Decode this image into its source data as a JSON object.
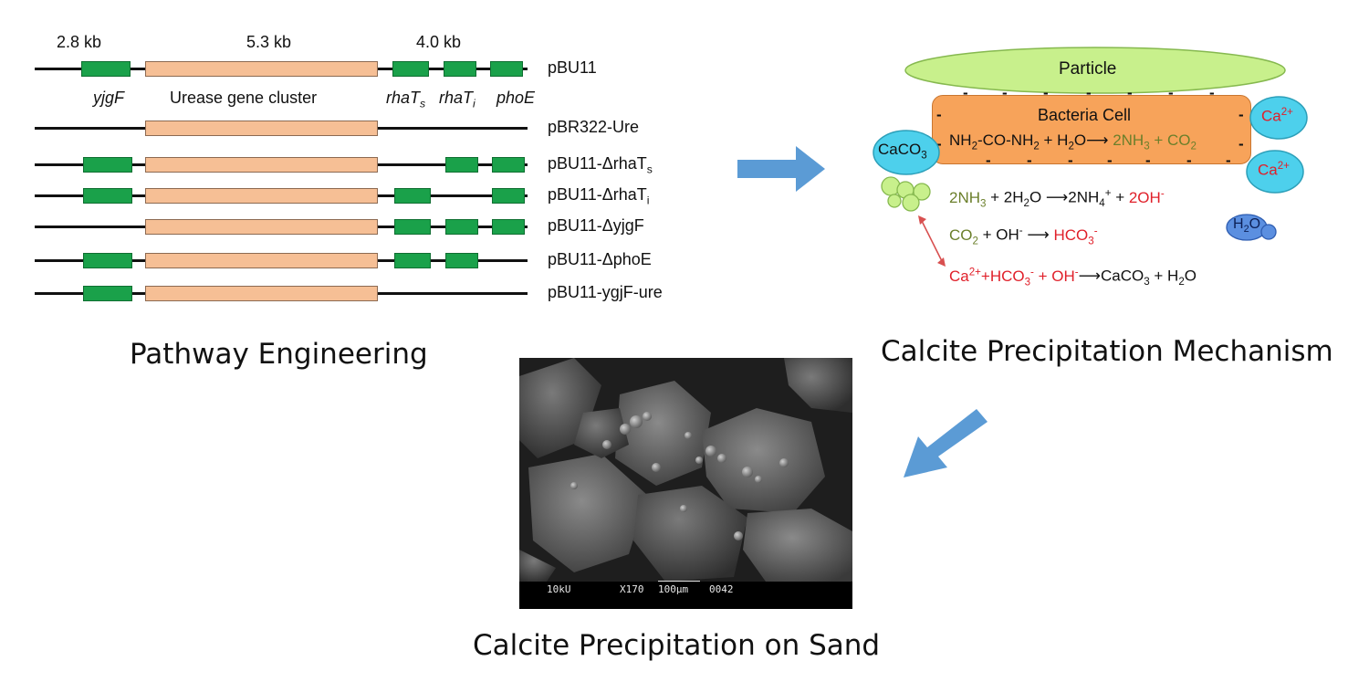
{
  "sizes": [
    "2.8 kb",
    "5.3 kb",
    "4.0 kb"
  ],
  "genes": {
    "yjgF": "yjgF",
    "urease": "Urease gene cluster",
    "rhaTs": "rhaT",
    "rhaTs_sub": "s",
    "rhaTi": "rhaT",
    "rhaTi_sub": "i",
    "phoE": "phoE"
  },
  "plasmids": [
    {
      "name": "pBU11",
      "sub": ""
    },
    {
      "name": "pBR322-Ure",
      "sub": ""
    },
    {
      "name": "pBU11-ΔrhaT",
      "sub": "s"
    },
    {
      "name": "pBU11-ΔrhaT",
      "sub": "i"
    },
    {
      "name": "pBU11-ΔyjgF",
      "sub": ""
    },
    {
      "name": "pBU11-ΔphoE",
      "sub": ""
    },
    {
      "name": "pBU11-ygjF-ure",
      "sub": ""
    }
  ],
  "mechanism": {
    "particle": "Particle",
    "cell": "Bacteria Cell",
    "caco3": "CaCO",
    "caco3_sub": "3",
    "ca": "Ca",
    "ca_sup": "2+",
    "h2o_h": "H",
    "h2o_sub": "2",
    "h2o_o": "O",
    "minus": "-"
  },
  "sem": {
    "kv": "10kU",
    "mag": "X170",
    "scale": "100μm",
    "num": "0042"
  },
  "captions": {
    "pathway": "Pathway Engineering",
    "mechanism": "Calcite Precipitation Mechanism",
    "sand": "Calcite Precipitation on Sand"
  },
  "colors": {
    "gene_green": "#1aa14a",
    "urease_peach": "#f6bf95",
    "arrow_blue": "#5b9bd5",
    "particle_green": "#c8f08c",
    "cell_orange": "#f7a35a",
    "ion_cyan": "#4dd0ec",
    "accent_red": "#e0202a",
    "accent_olive": "#6b7f2b"
  }
}
